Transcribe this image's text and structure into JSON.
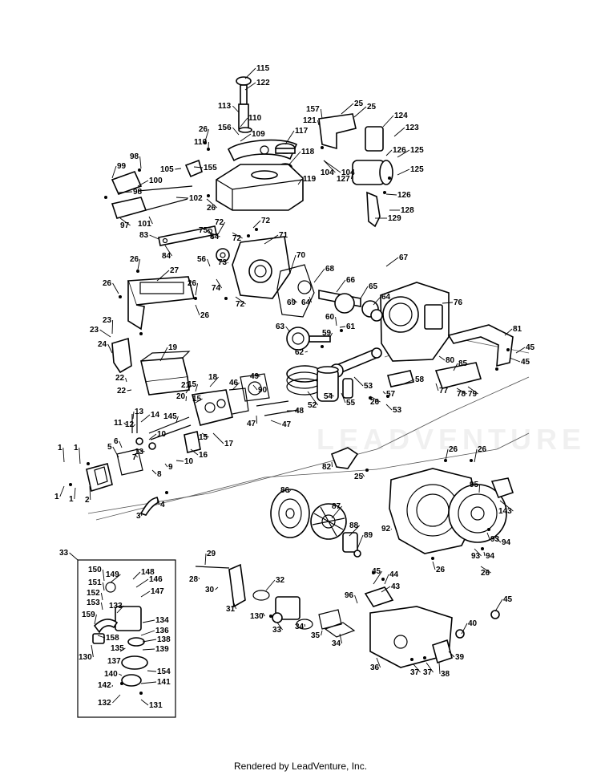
{
  "watermark": "LEADVENTURE",
  "footer": "Rendered by LeadVenture, Inc.",
  "callouts": [
    "115",
    "122",
    "113",
    "110",
    "156",
    "109",
    "117",
    "118",
    "119",
    "26",
    "110",
    "157",
    "121",
    "25",
    "25",
    "124",
    "123",
    "126",
    "125",
    "125",
    "126",
    "128",
    "129",
    "127",
    "104",
    "104",
    "105",
    "155",
    "102",
    "101",
    "100",
    "98",
    "99",
    "97",
    "98",
    "26",
    "83",
    "84",
    "84",
    "75",
    "72",
    "72",
    "72",
    "71",
    "73",
    "56",
    "74",
    "72",
    "70",
    "68",
    "67",
    "66",
    "65",
    "69",
    "64",
    "64",
    "76",
    "27",
    "26",
    "26",
    "26",
    "26",
    "23",
    "23",
    "24",
    "19",
    "63",
    "59",
    "60",
    "61",
    "62",
    "53",
    "58",
    "57",
    "26",
    "53",
    "55",
    "52",
    "48",
    "47",
    "47",
    "54",
    "90",
    "49",
    "46",
    "15",
    "15",
    "18",
    "21",
    "20",
    "22",
    "22",
    "145",
    "17",
    "15",
    "14",
    "13",
    "12",
    "11",
    "10",
    "16",
    "6",
    "7",
    "5",
    "8",
    "9",
    "10",
    "13",
    "4",
    "3",
    "2",
    "1",
    "1",
    "1",
    "1",
    "81",
    "45",
    "45",
    "80",
    "85",
    "78",
    "77",
    "79",
    "26",
    "26",
    "82",
    "25",
    "95",
    "143",
    "92",
    "93",
    "94",
    "93",
    "94",
    "26",
    "26",
    "86",
    "87",
    "88",
    "89",
    "33",
    "150",
    "149",
    "148",
    "146",
    "151",
    "152",
    "147",
    "153",
    "133",
    "159",
    "134",
    "136",
    "158",
    "138",
    "139",
    "135",
    "137",
    "130",
    "140",
    "154",
    "141",
    "142",
    "132",
    "131",
    "29",
    "28",
    "30",
    "32",
    "31",
    "33",
    "34",
    "130",
    "35",
    "34",
    "36",
    "37",
    "37",
    "38",
    "39",
    "40",
    "45",
    "45",
    "44",
    "43",
    "96"
  ]
}
